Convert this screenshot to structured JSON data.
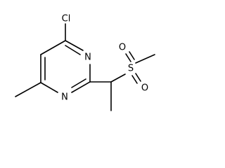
{
  "molecule": {
    "atoms": {
      "cl": "Cl",
      "n_top": "N",
      "n_bottom": "N",
      "s": "S",
      "o_top": "O",
      "o_bottom": "O"
    }
  }
}
